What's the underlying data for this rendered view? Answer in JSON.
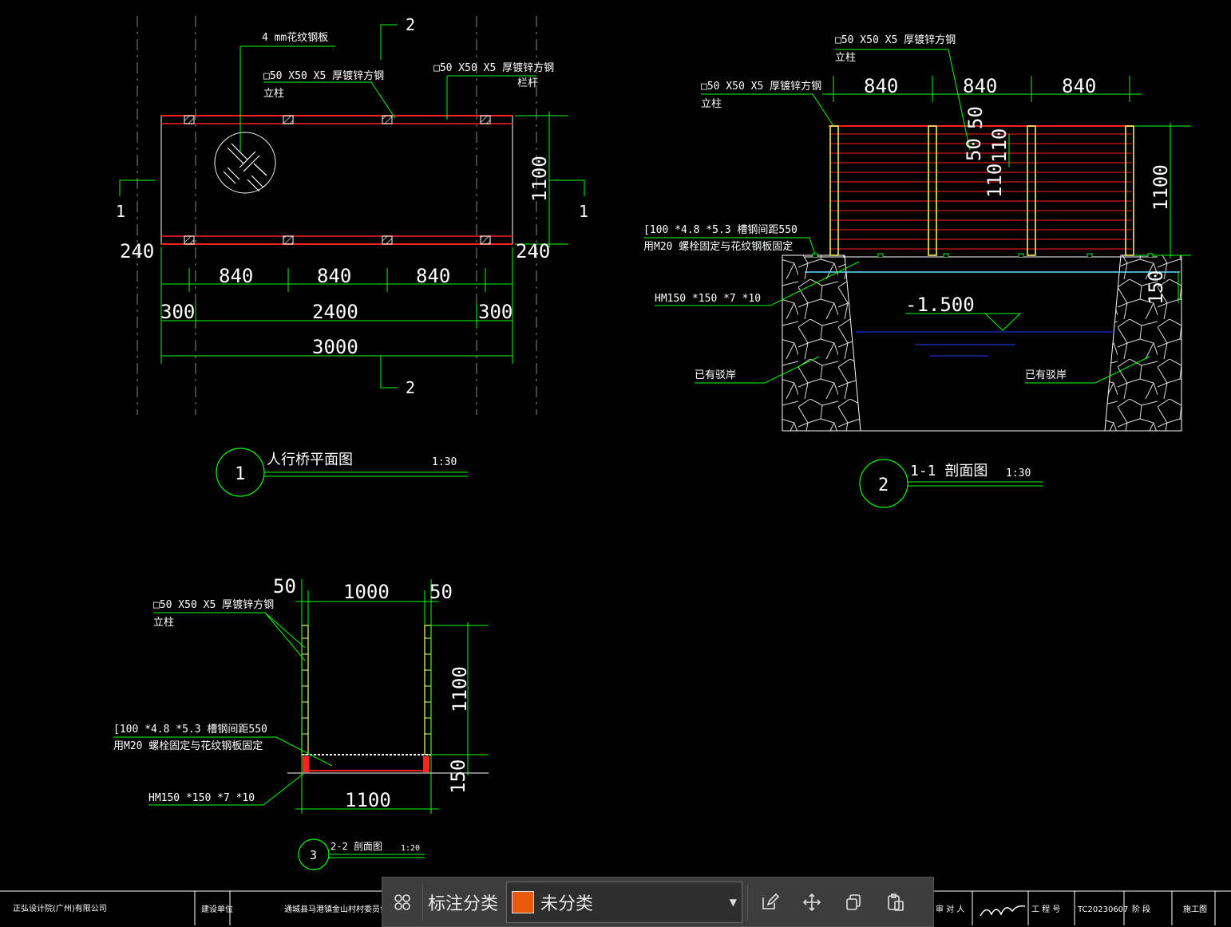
{
  "drawing": {
    "plan": {
      "title": "人行桥平面图",
      "scale": "1:30",
      "number": "1",
      "label_plate": "4 mm花纹钢板",
      "label_post": "□50 X50 X5 厚镀锌方钢",
      "label_post_sub": "立柱",
      "label_rail": "□50 X50 X5 厚镀锌方钢",
      "label_rail_sub": "栏杆",
      "dims": [
        "840",
        "840",
        "840",
        "2400",
        "300",
        "300",
        "3000",
        "240",
        "240",
        "1100"
      ],
      "cut_1": "1",
      "cut_2": "2"
    },
    "section11": {
      "title": "1-1 剖面图",
      "scale": "1:30",
      "number": "2",
      "label_top": "□50 X50 X5 厚镀锌方钢",
      "label_top_sub": "立柱",
      "label_left": "□50 X50 X5 厚镀锌方钢",
      "label_left_sub": "立柱",
      "label_channel": "[100 *4.8 *5.3 槽钢间距550",
      "label_channel_sub": "用M20 螺栓固定与花纹钢板固定",
      "label_beam": "HM150 *150 *7 *10",
      "label_bank_l": "已有驳岸",
      "label_bank_r": "已有驳岸",
      "level": "-1.500",
      "dims": [
        "840",
        "840",
        "840",
        "1100",
        "110",
        "110",
        "50",
        "50",
        "150"
      ]
    },
    "section22": {
      "title": "2-2 剖面图",
      "scale": "1:20",
      "number": "3",
      "label_post": "□50 X50 X5 厚镀锌方钢",
      "label_post_sub": "立柱",
      "label_channel": "[100 *4.8 *5.3 槽钢间距550",
      "label_channel_sub": "用M20 螺栓固定与花纹钢板固定",
      "label_beam": "HM150 *150 *7 *10",
      "dims": [
        "50",
        "1000",
        "50",
        "1100",
        "150",
        "1100"
      ]
    },
    "titleblock": {
      "company": "正弘设计院(广州)有限公司",
      "unit_label": "建设单位",
      "client": "通城县马港镇金山村村委员会",
      "checker": "审 对 人",
      "project_no_label": "工 程 号",
      "project_no": "TC20230607",
      "stage_label": "阶 段",
      "stage": "施工图"
    }
  },
  "toolbar": {
    "grid_icon": "grid-icon",
    "label": "标注分类",
    "select_value": "未分类",
    "swatch_color": "#e8590c",
    "tools": [
      "edit-icon",
      "move-icon",
      "copy-icon",
      "paste-icon"
    ]
  },
  "colors": {
    "background": "#000000",
    "dimension": "#00ff00",
    "member": "#ff2020",
    "post": "#ffff66",
    "outline": "#ffffff"
  }
}
